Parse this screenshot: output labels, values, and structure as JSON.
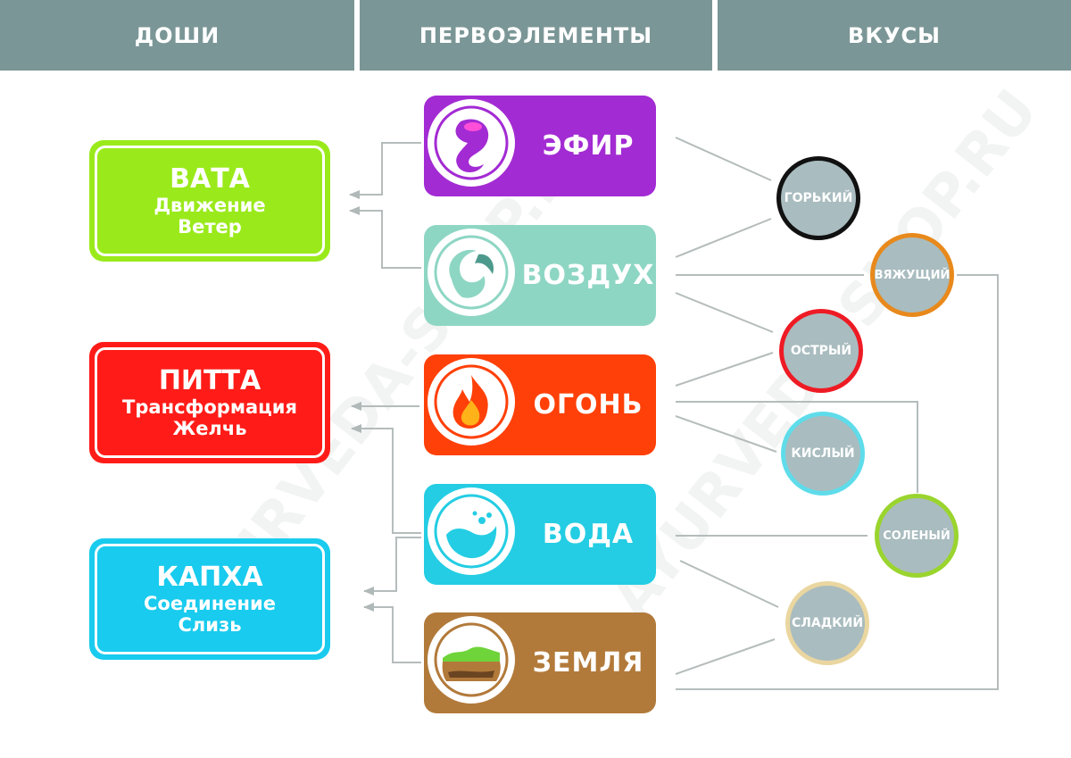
{
  "headers": [
    "ДОШИ",
    "ПЕРВОЭЛЕМЕНТЫ",
    "ВКУСЫ"
  ],
  "doshas": [
    {
      "title": "ВАТА",
      "line1": "Движение",
      "line2": "Ветер",
      "color": "#9aea1b"
    },
    {
      "title": "ПИТТА",
      "line1": "Трансформация",
      "line2": "Желчь",
      "color": "#ff1c18"
    },
    {
      "title": "КАПХА",
      "line1": "Соединение",
      "line2": "Слизь",
      "color": "#19cbee"
    }
  ],
  "elements": [
    {
      "label": "ЭФИР",
      "color": "#a32bd3",
      "icon": "ether-icon"
    },
    {
      "label": "ВОЗДУХ",
      "color": "#8ed6c4",
      "icon": "air-icon"
    },
    {
      "label": "ОГОНЬ",
      "color": "#ff4008",
      "icon": "fire-icon"
    },
    {
      "label": "ВОДА",
      "color": "#24cde3",
      "icon": "water-icon"
    },
    {
      "label": "ЗЕМЛЯ",
      "color": "#b27a3a",
      "icon": "earth-icon"
    }
  ],
  "tastes": [
    {
      "label": "ГОРЬКИЙ",
      "ring": "#111111"
    },
    {
      "label": "ВЯЖУЩИЙ",
      "ring": "#e8891c"
    },
    {
      "label": "ОСТРЫЙ",
      "ring": "#ee1b24"
    },
    {
      "label": "КИСЛЫЙ",
      "ring": "#5fdcea"
    },
    {
      "label": "СОЛЕНЫЙ",
      "ring": "#9ad42e"
    },
    {
      "label": "СЛАДКИЙ",
      "ring": "#ead6a0"
    }
  ],
  "watermark": "AYURVEDA-SHOP.RU"
}
